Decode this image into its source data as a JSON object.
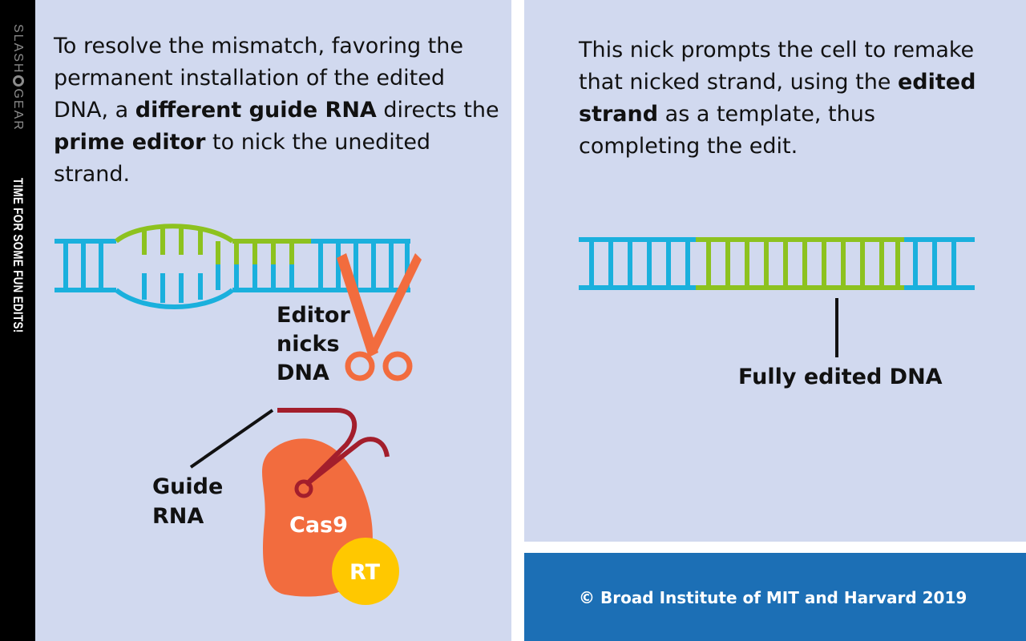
{
  "sidebar": {
    "brand": "SLASH",
    "brand_suffix": "GEAR",
    "tagline": "TIME FOR SOME FUN EDITS!"
  },
  "left_panel": {
    "caption": {
      "part1": "To resolve the mismatch, favoring the permanent installation of the edited DNA, a ",
      "bold1": "different guide RNA",
      "part2": " directs the ",
      "bold2": "prime editor",
      "part3": " to nick the unedited strand."
    },
    "editor_label": [
      "Editor",
      "nicks",
      "DNA"
    ],
    "guide_label": [
      "Guide",
      "RNA"
    ],
    "cas9_label": "Cas9",
    "rt_label": "RT"
  },
  "right_panel": {
    "caption": {
      "part1": "This nick prompts the cell to remake that nicked strand, using the ",
      "bold1": "edited strand",
      "part2": " as a template, thus completing the edit."
    },
    "dna_label": "Fully edited DNA"
  },
  "footer": {
    "copyright": "©  Broad Institute of MIT and Harvard 2019"
  },
  "colors": {
    "panel_bg": "#d1d9ef",
    "dna_blue": "#1ab0dd",
    "dna_green": "#8dc21f",
    "cas9_orange": "#f26c3e",
    "rt_yellow": "#ffc800",
    "guide_red": "#a31e2c",
    "footer_blue": "#1c6fb5"
  },
  "icons": {
    "scissors": "scissors-icon",
    "brand_gear": "gear-icon"
  }
}
